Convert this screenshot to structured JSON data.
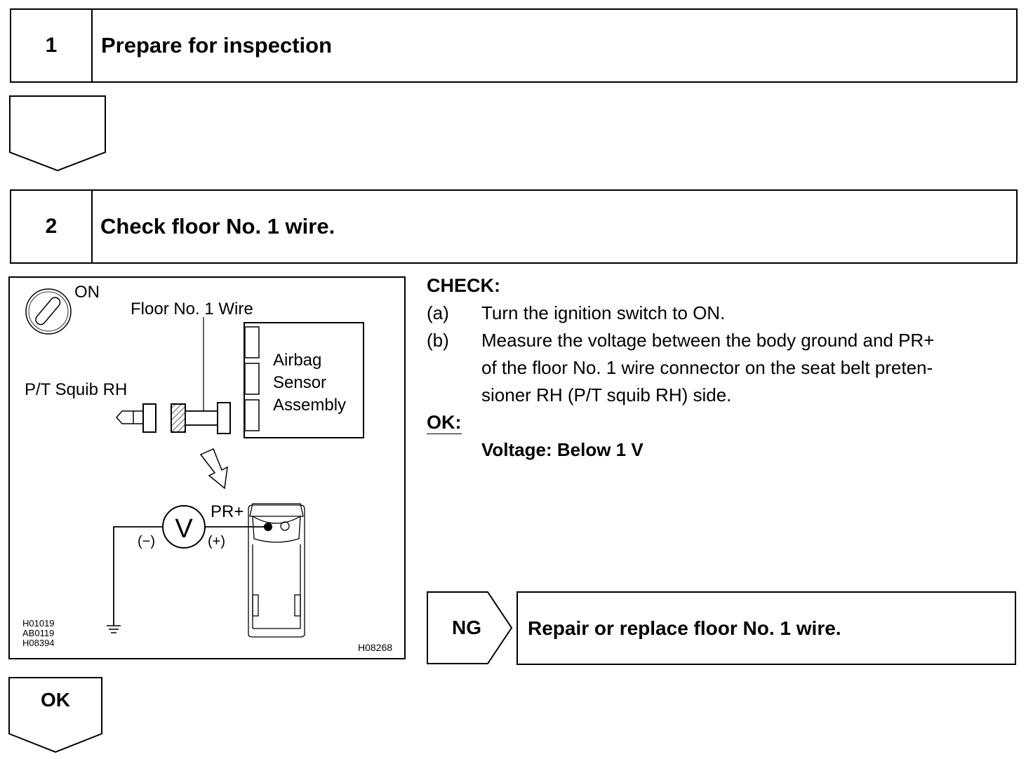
{
  "step1": {
    "number": "1",
    "title": "Prepare for inspection"
  },
  "step2": {
    "number": "2",
    "title": "Check floor No. 1 wire."
  },
  "check": {
    "heading": "CHECK:",
    "a_marker": "(a)",
    "a_text": "Turn the ignition switch to ON.",
    "b_marker": "(b)",
    "b_lines": [
      "Measure the voltage between the body ground and PR+",
      "of the floor No. 1 wire connector on the seat belt preten-",
      "sioner RH (P/T squib RH) side."
    ]
  },
  "ok": {
    "heading": "OK:",
    "spec": "Voltage: Below 1 V"
  },
  "ng": {
    "label": "NG",
    "action": "Repair or replace floor No. 1 wire."
  },
  "result_ok": {
    "label": "OK"
  },
  "diagram": {
    "switch_label": "ON",
    "wire_label": "Floor No. 1 Wire",
    "sensor_label_lines": [
      "Airbag",
      "Sensor",
      "Assembly"
    ],
    "squib_label": "P/T Squib RH",
    "terminal_label": "PR+",
    "meter_symbol": "V",
    "minus_label": "(−)",
    "plus_label": "(+)",
    "ref_codes": [
      "H01019",
      "AB0119",
      "H08394"
    ],
    "figure_code": "H08268"
  },
  "icons": [
    "ignition-switch-icon",
    "voltmeter-icon",
    "ground-icon",
    "arrow-down-icon",
    "connector-icon"
  ]
}
